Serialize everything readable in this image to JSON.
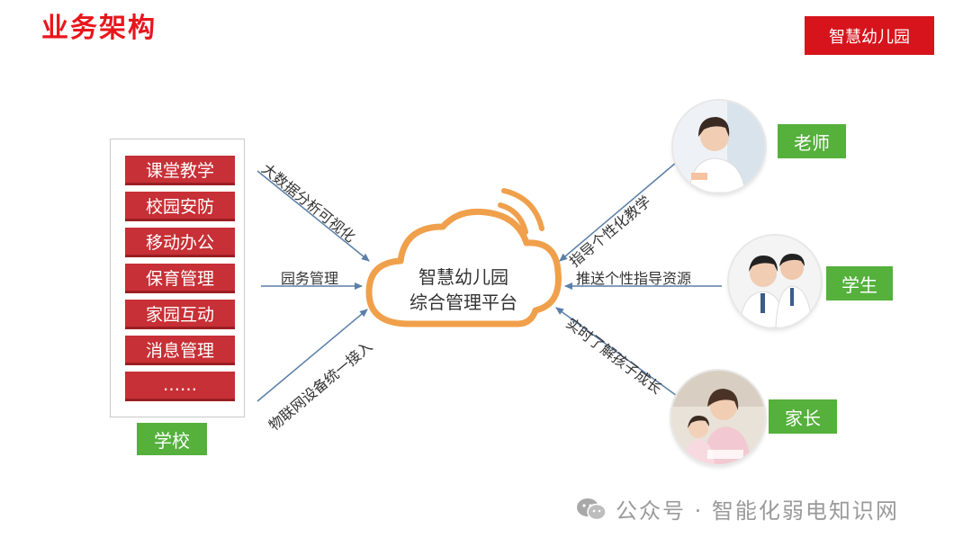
{
  "header": {
    "title": "业务架构",
    "badge": "智慧幼儿园"
  },
  "school": {
    "label": "学校",
    "modules": [
      "课堂教学",
      "校园安防",
      "移动办公",
      "保育管理",
      "家园互动",
      "消息管理",
      "……"
    ]
  },
  "center": {
    "line1": "智慧幼儿园",
    "line2": "综合管理平台"
  },
  "left_links": {
    "top": "大数据分析可视化",
    "middle": "园务管理",
    "bottom": "物联网设备统一接入"
  },
  "right_links": {
    "teacher": "指导个性化教学",
    "student": "推送个性指导资源",
    "parent": "实时了解孩子成长"
  },
  "roles": {
    "teacher": "老师",
    "student": "学生",
    "parent": "家长"
  },
  "watermark": "公众号 · 智能化弱电知识网",
  "colors": {
    "title_red": "#e8161c",
    "module_red": "#c73036",
    "label_green": "#55b03c",
    "cloud_orange": "#f0a04b"
  }
}
